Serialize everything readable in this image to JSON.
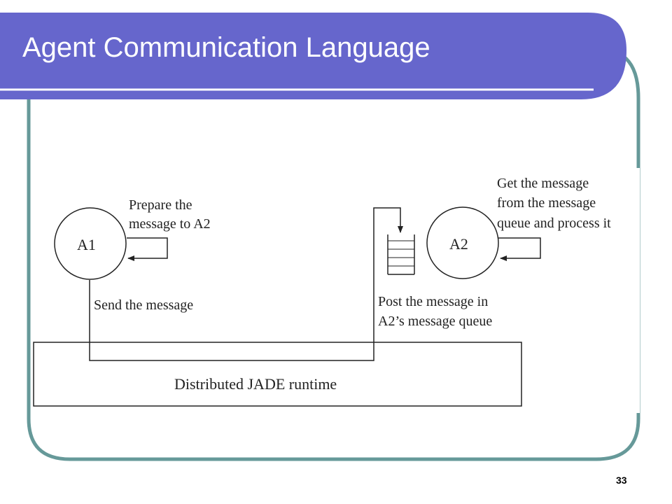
{
  "slide": {
    "title": "Agent Communication Language",
    "page_number": "33"
  },
  "theme": {
    "title_bar_color": "#6666CC",
    "frame_color": "#669999",
    "title_text_color": "#FFFFFF"
  },
  "diagram": {
    "agent_a1": "A1",
    "agent_a2": "A2",
    "prepare_label": [
      "Prepare the",
      "message to A2"
    ],
    "send_label": "Send the message",
    "post_label": [
      "Post the message in",
      "A2’s message queue"
    ],
    "get_label": [
      "Get the message",
      "from the message",
      "queue and process it"
    ],
    "runtime_label": "Distributed JADE runtime"
  }
}
